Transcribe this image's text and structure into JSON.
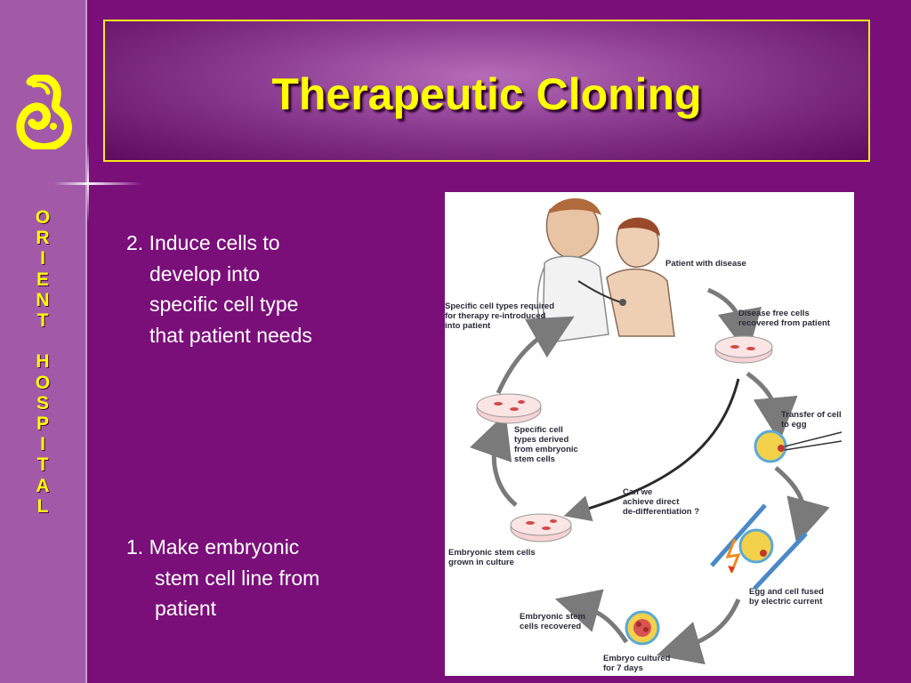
{
  "slide": {
    "title": "Therapeutic Cloning",
    "sidebar_letters": [
      "O",
      "R",
      "I",
      "E",
      "N",
      "T",
      "",
      "H",
      "O",
      "S",
      "P",
      "I",
      "T",
      "A",
      "L"
    ],
    "bullet_2": {
      "first": "2. Induce cells to",
      "cont": [
        "develop into",
        "specific cell type",
        "that patient needs"
      ]
    },
    "bullet_1": {
      "first": "1. Make embryonic",
      "cont": [
        "stem cell line from",
        "patient"
      ]
    }
  },
  "diagram": {
    "patient_with_disease": "Patient with disease",
    "disease_free_cells": "Disease free cells\nrecovered from patient",
    "transfer_of_cell": "Transfer of cell\nto egg",
    "egg_and_cell_fused": "Egg and cell fused\nby electric current",
    "embryo_cultured": "Embryo cultured\nfor 7 days",
    "embryonic_stem_cells_recovered": "Embryonic stem\ncells recovered",
    "embryonic_stem_cells_grown": "Embryonic stem cells\ngrown in culture",
    "can_we": "Can we\nachieve direct\nde-differentiation ?",
    "specific_cell_types_derived": "Specific cell\ntypes derived\nfrom embryonic\nstem cells",
    "specific_cell_types_required": "Specific cell types required\nfor therapy re-introduced\ninto patient"
  },
  "colors": {
    "background": "#7a0f7a",
    "sidebar": "#a25aa8",
    "accent_yellow": "#ffff00",
    "border_yellow": "#f5e81a"
  }
}
